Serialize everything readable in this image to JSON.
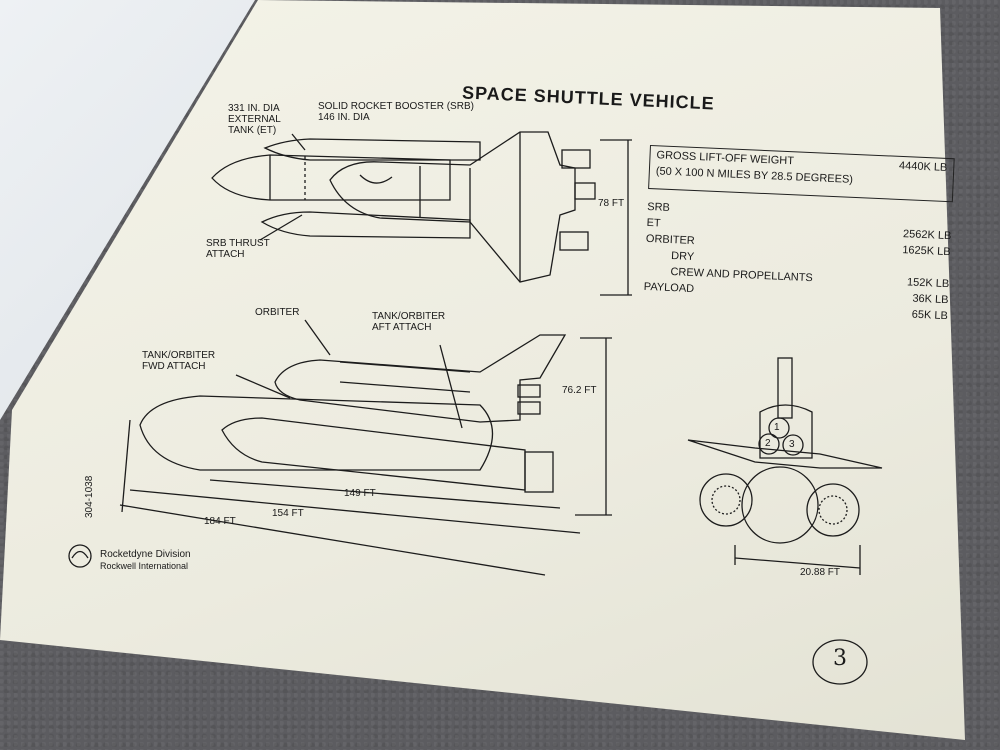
{
  "document": {
    "title": "SPACE SHUTTLE VEHICLE",
    "top_view_labels": {
      "et": "331 IN. DIA\nEXTERNAL\nTANK (ET)",
      "srb": "SOLID ROCKET BOOSTER (SRB)\n146 IN. DIA",
      "srb_thrust": "SRB THRUST\nATTACH",
      "width": "78 FT"
    },
    "side_view_labels": {
      "orbiter": "ORBITER",
      "aft_attach": "TANK/ORBITER\nAFT ATTACH",
      "fwd_attach": "TANK/ORBITER\nFWD ATTACH",
      "height": "76.2 FT",
      "len_149": "149 FT",
      "len_154": "154 FT",
      "len_184": "184 FT"
    },
    "rear_view": {
      "width": "20.88 FT",
      "circles": [
        "1",
        "2",
        "3"
      ]
    },
    "stats": {
      "gross_label": "GROSS LIFT-OFF WEIGHT",
      "gross_value": "4440K LB",
      "gross_sub": "(50 X 100 N MILES BY 28.5 DEGREES)",
      "rows": [
        {
          "label": "SRB",
          "value": "2562K LB",
          "indent": 0
        },
        {
          "label": "ET",
          "value": "1625K LB",
          "indent": 0
        },
        {
          "label": "ORBITER",
          "value": "",
          "indent": 0
        },
        {
          "label": "DRY",
          "value": "152K LB",
          "indent": 1
        },
        {
          "label": "CREW AND PROPELLANTS",
          "value": "36K LB",
          "indent": 1
        },
        {
          "label": "PAYLOAD",
          "value": "65K LB",
          "indent": 0
        }
      ]
    },
    "doc_code": "304-1038",
    "logo_line1": "Rocketdyne Division",
    "logo_line2": "Rockwell International",
    "page_number": "3"
  }
}
